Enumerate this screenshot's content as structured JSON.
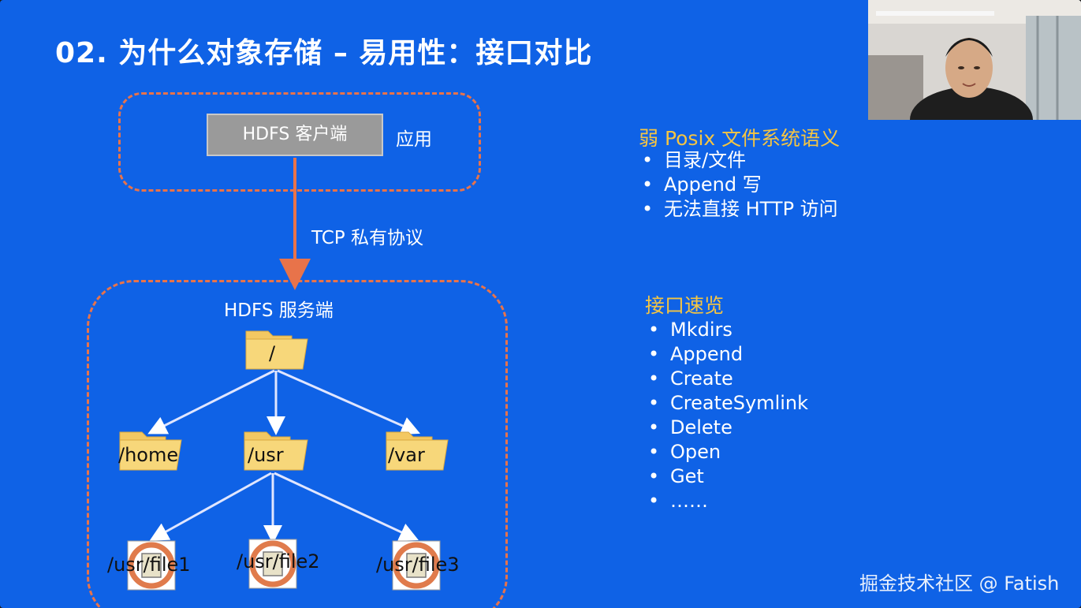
{
  "slide": {
    "title": "02. 为什么对象存储 – 易用性：接口对比",
    "background_color": "#0f62e6"
  },
  "diagram": {
    "client_box_label": "HDFS 客户端",
    "app_label": "应用",
    "protocol_label": "TCP 私有协议",
    "server_label": "HDFS 服务端",
    "folders": {
      "root": "/",
      "home": "/home",
      "usr": "/usr",
      "var": "/var"
    },
    "files": {
      "file1": "/usr/file1",
      "file2": "/usr/file2",
      "file3": "/usr/file3"
    },
    "colors": {
      "dashed_border": "#e8734a",
      "arrow": "#e8734a",
      "folder": "#f7d77a"
    }
  },
  "right_panel": {
    "posix_heading": "弱 Posix 文件系统语义",
    "posix_items": [
      "目录/文件",
      "Append 写",
      "无法直接 HTTP 访问"
    ],
    "api_heading": "接口速览",
    "api_items": [
      "Mkdirs",
      "Append",
      "Create",
      "CreateSymlink",
      "Delete",
      "Open",
      "Get",
      "……"
    ],
    "heading_color": "#f5c542"
  },
  "watermark": "掘金技术社区 @ Fatish"
}
